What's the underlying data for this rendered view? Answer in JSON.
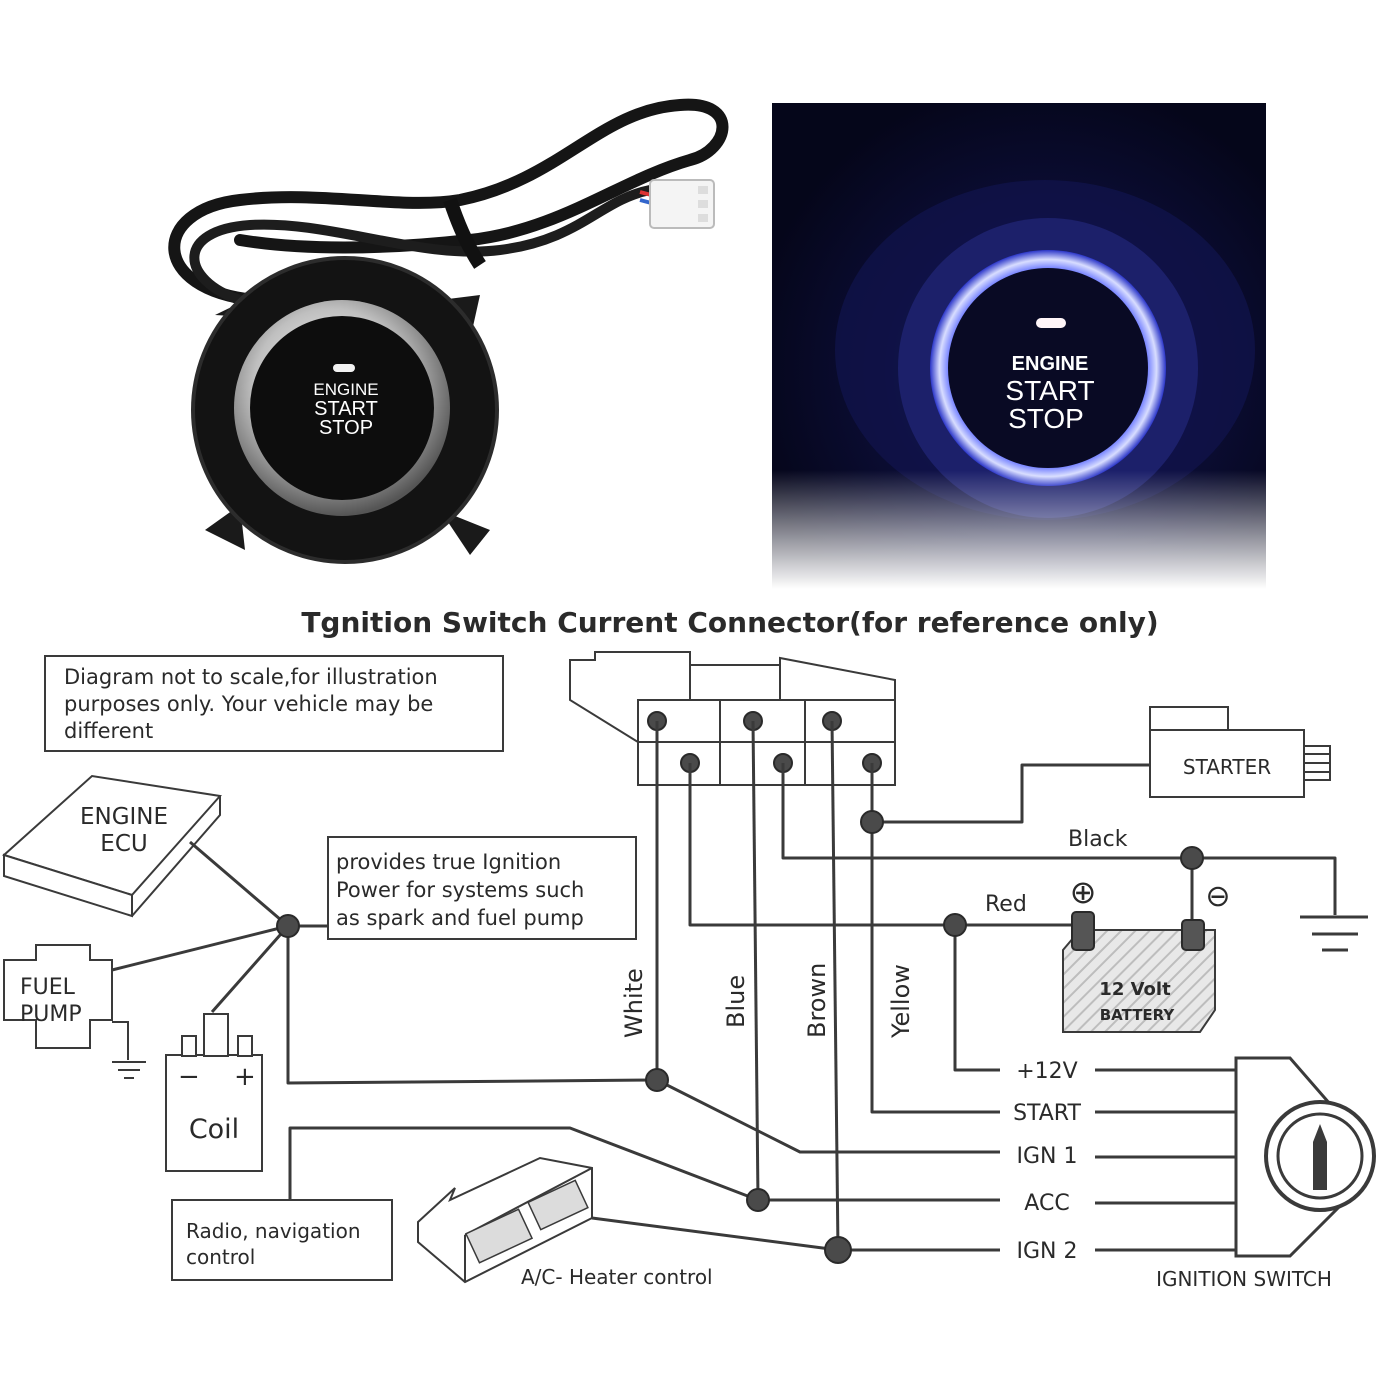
{
  "product_photo": {
    "button_text": {
      "line1": "ENGINE",
      "line2": "START",
      "line3": "STOP"
    }
  },
  "lit_photo": {
    "button_text": {
      "line1": "ENGINE",
      "line2": "START",
      "line3": "STOP"
    }
  },
  "diagram": {
    "title": "Tgnition Switch Current Connector(for reference only)",
    "note": {
      "line1": "Diagram not to scale,for illustration",
      "line2": "purposes only. Your vehicle may be",
      "line3": "different"
    },
    "ignition_info": {
      "line1": "provides true Ignition",
      "line2": "Power for systems such",
      "line3": "as spark and fuel pump"
    },
    "components": {
      "engine_ecu": {
        "line1": "ENGINE",
        "line2": "ECU"
      },
      "fuel_pump": {
        "line1": "FUEL",
        "line2": "PUMP"
      },
      "coil": {
        "label": "Coil",
        "minus": "−",
        "plus": "+"
      },
      "radio": {
        "line1": "Radio, navigation",
        "line2": "control"
      },
      "ac_heater": "A/C- Heater control",
      "starter": "STARTER",
      "battery": {
        "line1": "12 Volt",
        "line2": "BATTERY",
        "plus_symbol": "⊕",
        "minus_symbol": "⊖"
      },
      "ignition_switch": "IGNITION SWITCH"
    },
    "wire_colors": {
      "white": "White",
      "blue": "Blue",
      "brown": "Brown",
      "yellow": "Yellow",
      "black": "Black",
      "red": "Red"
    },
    "switch_terminals": [
      "+12V",
      "START",
      "IGN 1",
      "ACC",
      "IGN 2"
    ]
  }
}
